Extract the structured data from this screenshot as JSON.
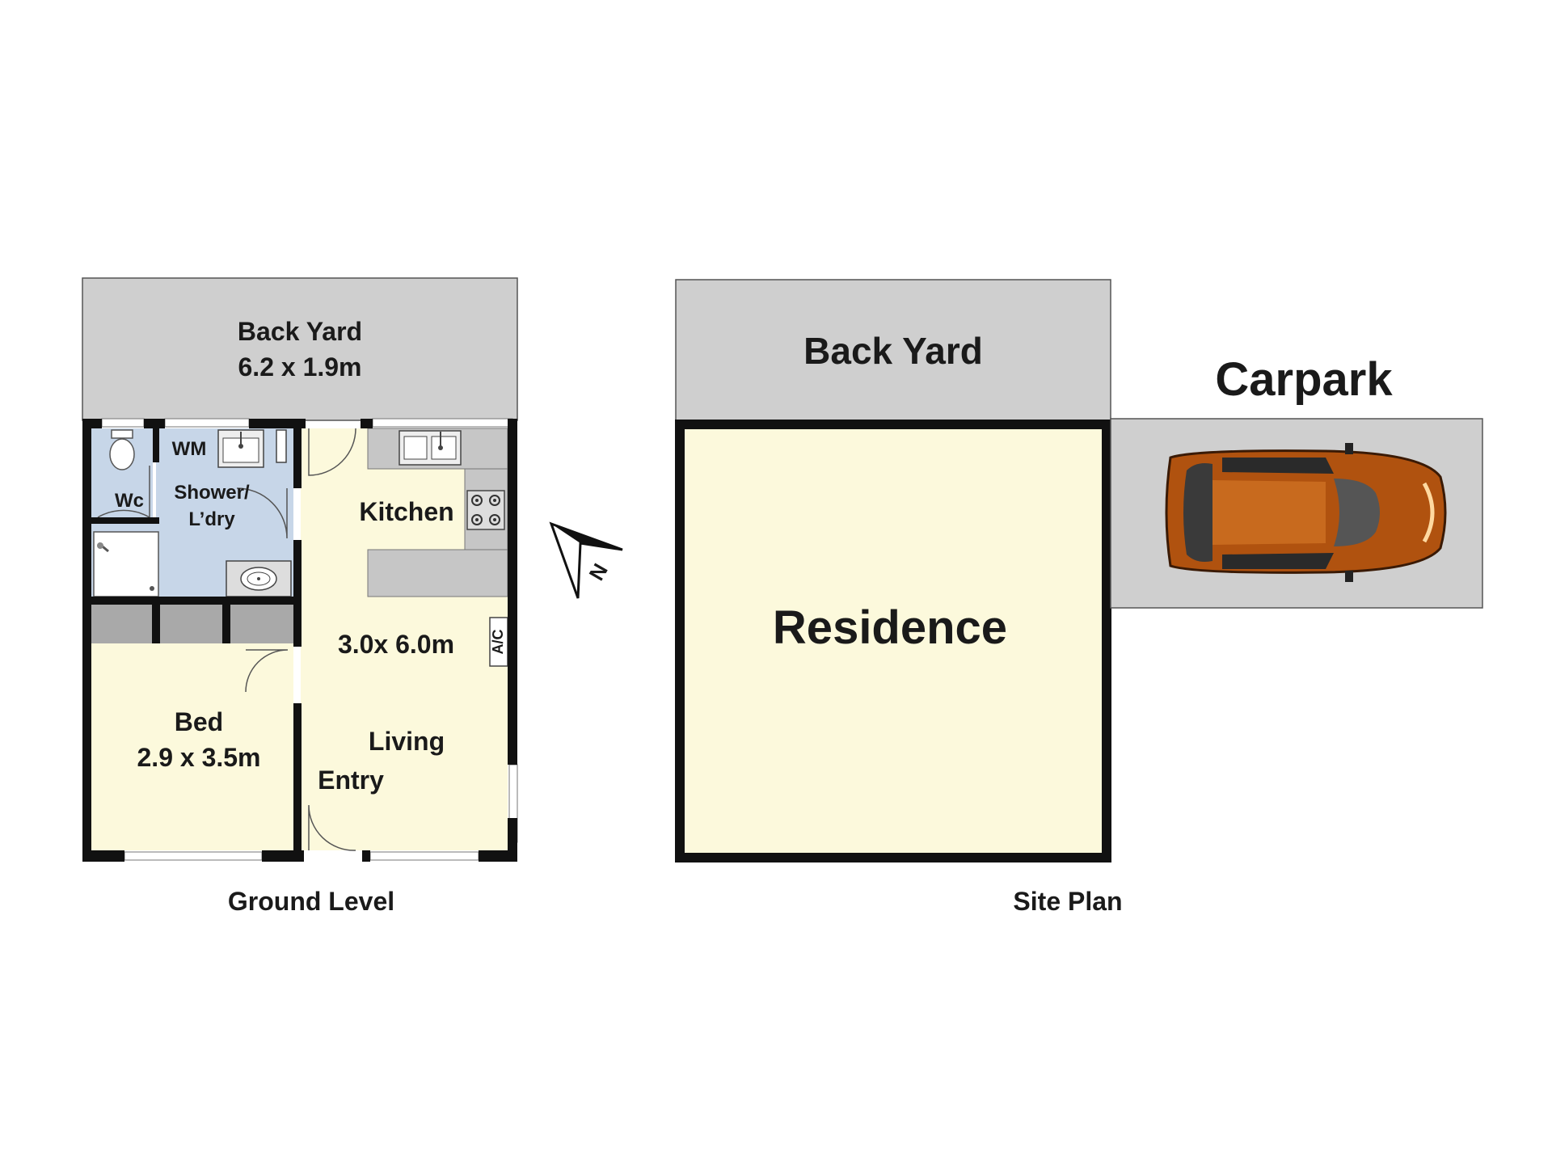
{
  "ground_level": {
    "caption": "Ground Level",
    "back_yard": {
      "name": "Back Yard",
      "dims": "6.2 x 1.9m"
    },
    "wc": "Wc",
    "wm": "WM",
    "shower_line1": "Shower/",
    "shower_line2": "L’dry",
    "kitchen": "Kitchen",
    "living_dims": "3.0x 6.0m",
    "ac": "A/C",
    "bed": {
      "name": "Bed",
      "dims": "2.9 x 3.5m"
    },
    "living": "Living",
    "entry": "Entry"
  },
  "compass": {
    "letter": "N"
  },
  "site_plan": {
    "caption": "Site Plan",
    "back_yard": "Back Yard",
    "residence": "Residence",
    "carpark": "Carpark"
  },
  "colors": {
    "yard_grey": "#cfcfcf",
    "room_cream": "#fcf9dc",
    "wet_blue": "#c7d6e8",
    "wall": "#111111",
    "car_body": "#b0520f"
  }
}
